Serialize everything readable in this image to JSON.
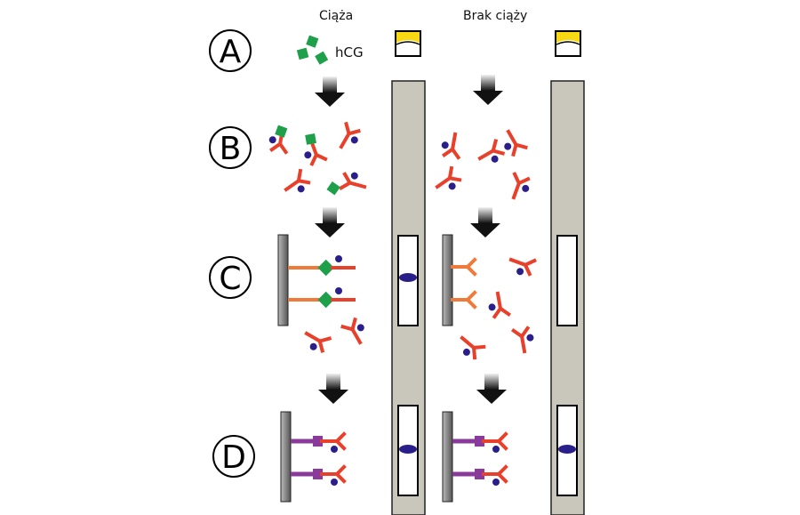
{
  "headers": {
    "pregnant": "Ciąża",
    "not_pregnant": "Brak ciąży"
  },
  "hcg_label": "hCG",
  "steps": [
    "A",
    "B",
    "C",
    "D"
  ],
  "colors": {
    "antibody": "#e8402a",
    "capture_antibody": "#f07a3a",
    "hcg": "#1ea04a",
    "dye": "#2a1f8a",
    "linker": "#8a3a9a",
    "strip": "#c9c6bb",
    "wick": "#f7d812",
    "plate": "#888888"
  },
  "icons": [
    "gradient-arrow-icon"
  ]
}
